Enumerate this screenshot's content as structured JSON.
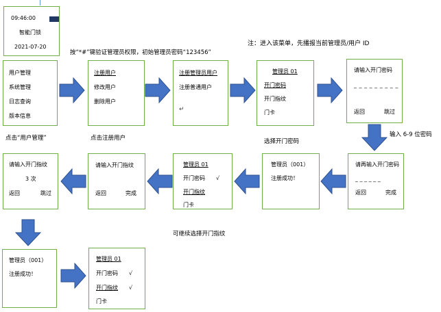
{
  "colors": {
    "box_border": "#70ad47",
    "arrow_fill": "#4472c4",
    "arrow_stroke": "#2f528f",
    "top_line": "#5b9bd5"
  },
  "lock": {
    "time": "09:46:00",
    "title": "智能门锁",
    "date": "2021-07-20"
  },
  "notes": {
    "verify": "按“*#”键验证管理员权限，初始管理员密码“123456”",
    "enter_menu": "注：进入该菜单，先播报当前管理员/用户 ID",
    "click_user_mgmt": "点击“用户管理”",
    "click_register": "点击注册用户",
    "select_password": "选择开门密码",
    "enter_digits": "输入 6-9 位密码",
    "continue_fp": "可继续选择开门指纹"
  },
  "main_menu": [
    "用户管理",
    "系统管理",
    "日志查询",
    "版本信息"
  ],
  "user_menu": [
    "注册用户",
    "修改用户",
    "删除用户"
  ],
  "register_menu": [
    "注册管理员用户",
    "注册普通用户"
  ],
  "admin_menu": {
    "header": "管理员 01",
    "items": [
      "开门密码",
      "开门指纹",
      "门卡"
    ]
  },
  "pwd_entry": {
    "prompt": "请输入开门密码",
    "dashes": "_ _ _ _ _ _ _ _ _",
    "back": "返回",
    "skip": "跳过"
  },
  "pwd_reenter": {
    "prompt": "请再输入开门密码",
    "dashes": "_ _ _ _ _ _",
    "back": "返回",
    "done": "完成"
  },
  "success1": {
    "line1": "管理员（001）",
    "line2": "注册成功！"
  },
  "admin_status1": {
    "header": "管理员 01",
    "pwd": "开门密码",
    "pwd_check": "√",
    "fp": "开门指纹",
    "card": "门卡"
  },
  "fp_entry": {
    "prompt": "请输入开门指纹",
    "back": "返回",
    "done": "完成"
  },
  "fp_count": {
    "prompt": "请输入开门指纹",
    "count": "3 次",
    "back": "返回",
    "skip": "跳过"
  },
  "success2": {
    "line1": "管理员（001）",
    "line2": "注册成功！"
  },
  "admin_status2": {
    "header": "管理员 01",
    "pwd": "开门密码",
    "pwd_check": "√",
    "fp": "开门指纹",
    "fp_check": "√",
    "card": "门卡"
  }
}
